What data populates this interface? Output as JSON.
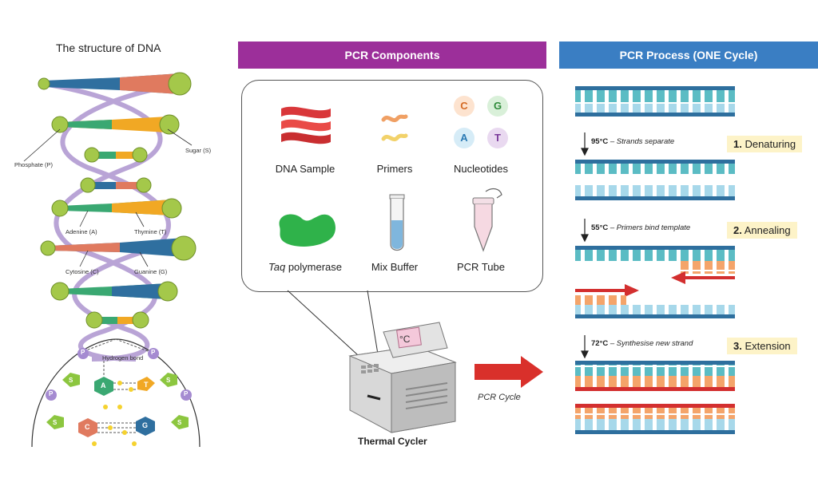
{
  "dna": {
    "title": "The structure of DNA",
    "labels": {
      "phosphate": "Phosphate (P)",
      "sugar": "Sugar (S)",
      "adenine": "Adenine (A)",
      "thymine": "Thymine (T)",
      "cytosine": "Cytosine (C)",
      "guanine": "Guanine (G)",
      "hydrogen_bond": "Hydrogen bond"
    },
    "base_letters": {
      "p": "P",
      "s": "S",
      "a": "A",
      "t": "T",
      "c": "C",
      "g": "G"
    },
    "colors": {
      "adenine": "#3aa872",
      "thymine": "#f1a824",
      "cytosine": "#e07a5f",
      "guanine": "#2f6f9f",
      "backbone": "#b9a4d6",
      "sugar": "#a4c84a"
    }
  },
  "components": {
    "header": "PCR Components",
    "items": {
      "dna_sample": "DNA Sample",
      "primers": "Primers",
      "nucleotides": "Nucleotides",
      "taq_italic": "Taq",
      "taq_rest": " polymerase",
      "mix_buffer": "Mix Buffer",
      "pcr_tube": "PCR Tube"
    },
    "nucleotide_letters": {
      "c": "C",
      "g": "G",
      "a": "A",
      "t": "T"
    },
    "thermal_cycler": "Thermal Cycler",
    "display": "°C",
    "pcr_cycle": "PCR Cycle"
  },
  "process": {
    "header": "PCR Process  (ONE Cycle)",
    "steps": [
      {
        "temp": "95°C",
        "desc": " – Strands separate",
        "num": "1.",
        "name": " Denaturing"
      },
      {
        "temp": "55°C",
        "desc": " – Primers bind template",
        "num": "2.",
        "name": " Annealing"
      },
      {
        "temp": "72°C",
        "desc": " – Synthesise new strand",
        "num": "3.",
        "name": " Extension"
      }
    ],
    "colors": {
      "template": "#2e6f9e",
      "primer": "#d32f2f",
      "teal": "#5bbcc4",
      "light_blue": "#a7d8ea",
      "orange": "#f4a46a"
    }
  }
}
